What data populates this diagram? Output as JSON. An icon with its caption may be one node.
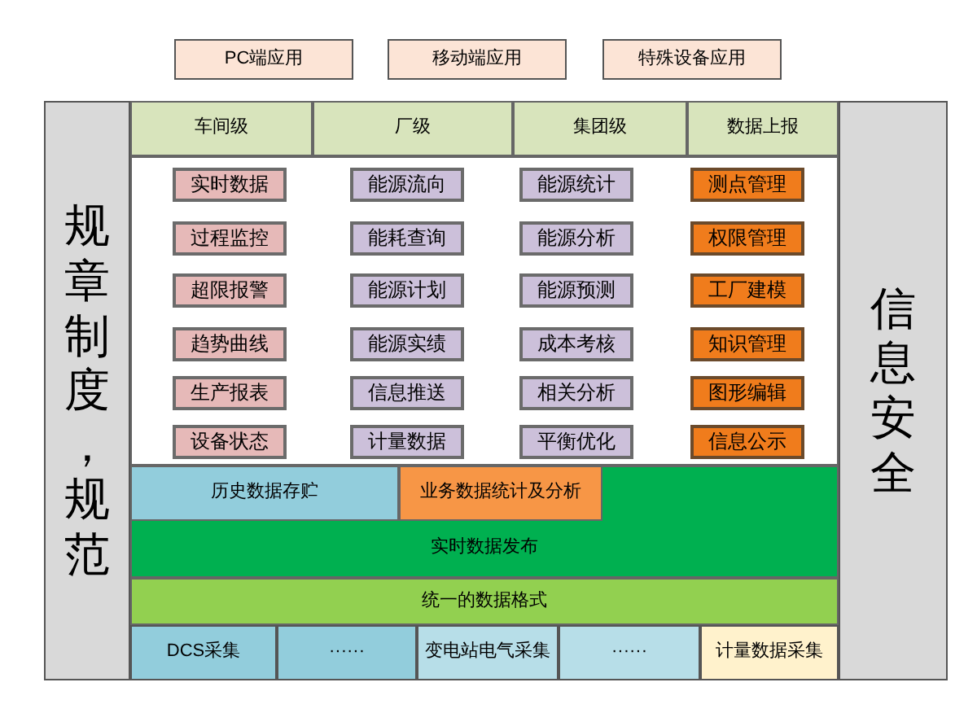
{
  "diagram": {
    "nodes": [
      {
        "text": [
          "PC端应用"
        ]
      },
      {
        "text": [
          "移动端应用"
        ]
      },
      {
        "text": [
          "特殊设备应用"
        ]
      },
      {
        "text": [
          "规章制度，规范"
        ]
      },
      {
        "text": [
          "信息安全"
        ]
      },
      {
        "text": [
          "车间级"
        ]
      },
      {
        "text": [
          "厂级"
        ]
      },
      {
        "text": [
          "集团级"
        ]
      },
      {
        "text": [
          "数据上报"
        ]
      },
      {
        "text": [
          "实时数据"
        ]
      },
      {
        "text": [
          "能源流向"
        ]
      },
      {
        "text": [
          "能源统计"
        ]
      },
      {
        "text": [
          "测点管理"
        ]
      },
      {
        "text": [
          "过程监控"
        ]
      },
      {
        "text": [
          "能耗查询"
        ]
      },
      {
        "text": [
          "能源分析"
        ]
      },
      {
        "text": [
          "权限管理"
        ]
      },
      {
        "text": [
          "超限报警"
        ]
      },
      {
        "text": [
          "能源计划"
        ]
      },
      {
        "text": [
          "能源预测"
        ]
      },
      {
        "text": [
          "工厂建模"
        ]
      },
      {
        "text": [
          "趋势曲线"
        ]
      },
      {
        "text": [
          "能源实绩"
        ]
      },
      {
        "text": [
          "成本考核"
        ]
      },
      {
        "text": [
          "知识管理"
        ]
      },
      {
        "text": [
          "生产报表"
        ]
      },
      {
        "text": [
          "信息推送"
        ]
      },
      {
        "text": [
          "相关分析"
        ]
      },
      {
        "text": [
          "图形编辑"
        ]
      },
      {
        "text": [
          "设备状态"
        ]
      },
      {
        "text": [
          "计量数据"
        ]
      },
      {
        "text": [
          "平衡优化"
        ]
      },
      {
        "text": [
          "信息公示"
        ]
      },
      {
        "text": [
          "历史数据存贮"
        ]
      },
      {
        "text": [
          "业务数据统计及分析"
        ]
      },
      {
        "text": [
          "实时数据发布"
        ]
      },
      {
        "text": [
          "统一的数据格式"
        ]
      },
      {
        "text": [
          "DCS采集"
        ]
      },
      {
        "text": [
          "······"
        ]
      },
      {
        "text": [
          "变电站电气采集"
        ]
      },
      {
        "text": [
          "······"
        ]
      },
      {
        "text": [
          "计量数据采集"
        ]
      }
    ]
  }
}
